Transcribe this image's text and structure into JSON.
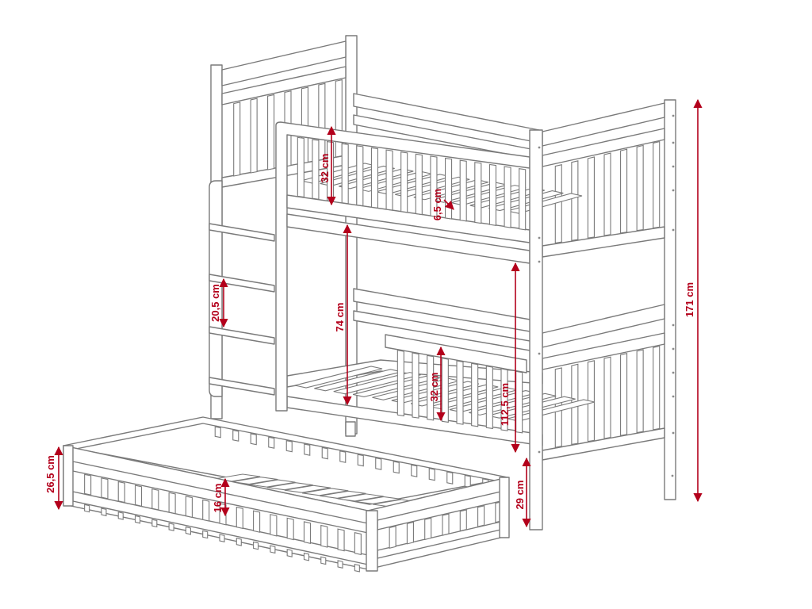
{
  "colors": {
    "line": "#7a7a7a",
    "dimension": "#b3001b",
    "background": "#ffffff"
  },
  "dimensions": {
    "upper_rail_height": "32 cm",
    "slat_gap": "6,5 cm",
    "ladder_step": "20,5 cm",
    "bed_clearance": "74 cm",
    "lower_rail_height": "32 cm",
    "upper_bed_height": "112,5 cm",
    "total_height": "171 cm",
    "trundle_height": "26,5 cm",
    "trundle_rail": "16 cm",
    "floor_clearance": "29 cm"
  }
}
